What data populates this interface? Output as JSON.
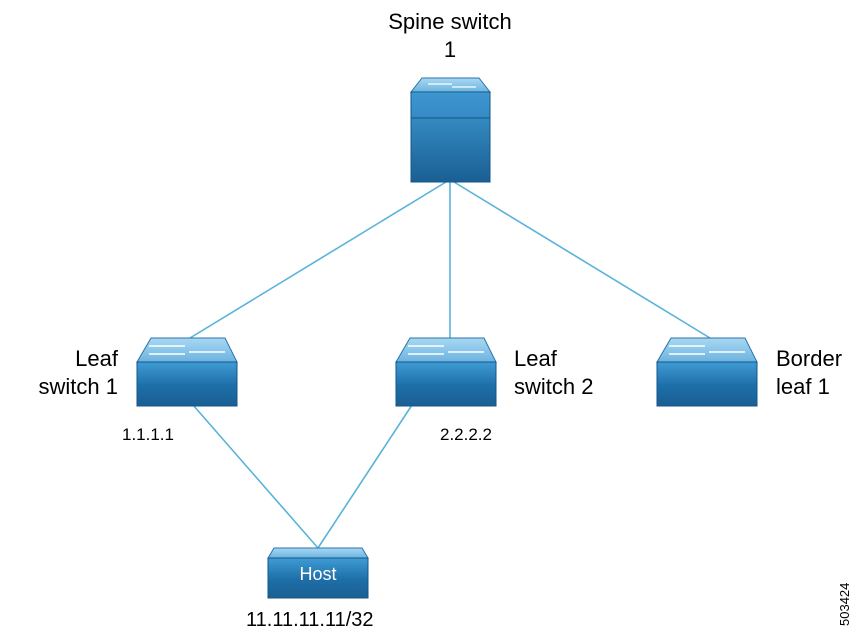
{
  "nodes": {
    "spine": {
      "line1": "Spine switch",
      "line2": "1"
    },
    "leaf1": {
      "line1": "Leaf",
      "line2": "switch 1",
      "address": "1.1.1.1"
    },
    "leaf2": {
      "line1": "Leaf",
      "line2": "switch 2",
      "address": "2.2.2.2"
    },
    "border": {
      "line1": "Border",
      "line2": "leaf 1"
    },
    "host": {
      "label": "Host",
      "address": "11.11.11.11/32"
    }
  },
  "figure_id": "503424",
  "colors": {
    "link": "#58b3da",
    "device_top": "#7bc0e8",
    "device_front": "#1f6fa8",
    "device_dark": "#0f4d80"
  }
}
